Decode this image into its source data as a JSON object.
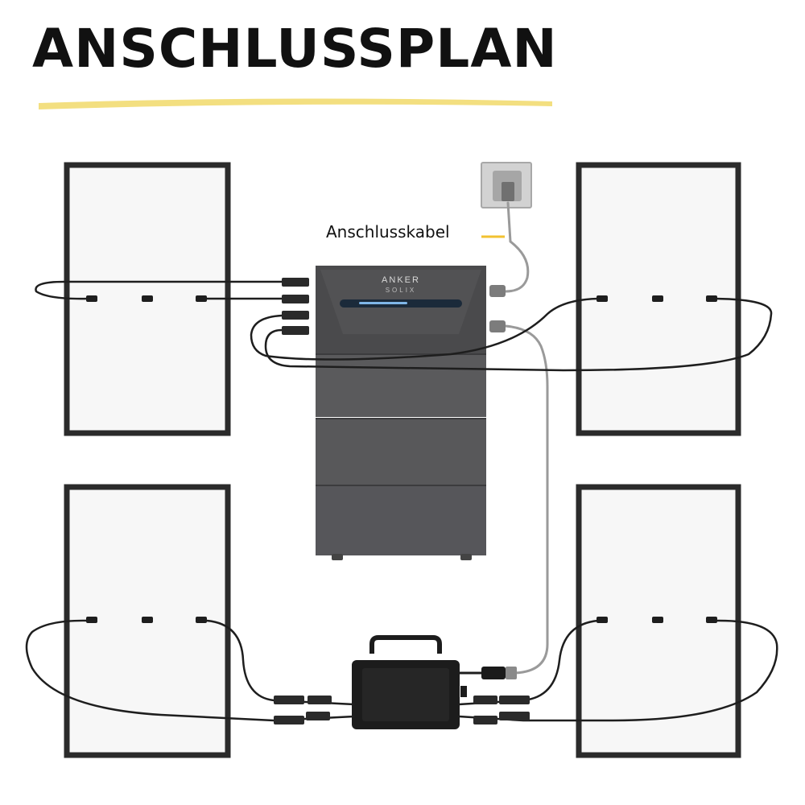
{
  "title": "ANSCHLUSSPLAN",
  "colors": {
    "underline": "#f3df80",
    "panel_frame": "#2b2b2b",
    "panel_fill": "#f7f7f7",
    "cable_dark": "#1e1e1e",
    "cable_grey": "#9a9a9a",
    "battery_body": "#58585a",
    "battery_top": "#4a4a4c",
    "led_strip": "#1b2a3a",
    "microinverter": "#1c1c1c",
    "accent_marker": "#f2c230"
  },
  "labels": {
    "anschlusskabel": "Anschlusskabel"
  },
  "device": {
    "brand": "ANKER",
    "sub_brand": "SOLIX"
  },
  "icons": [
    "solar-panel-icon",
    "battery-icon",
    "wall-socket-icon",
    "microinverter-icon",
    "connector-icon"
  ]
}
